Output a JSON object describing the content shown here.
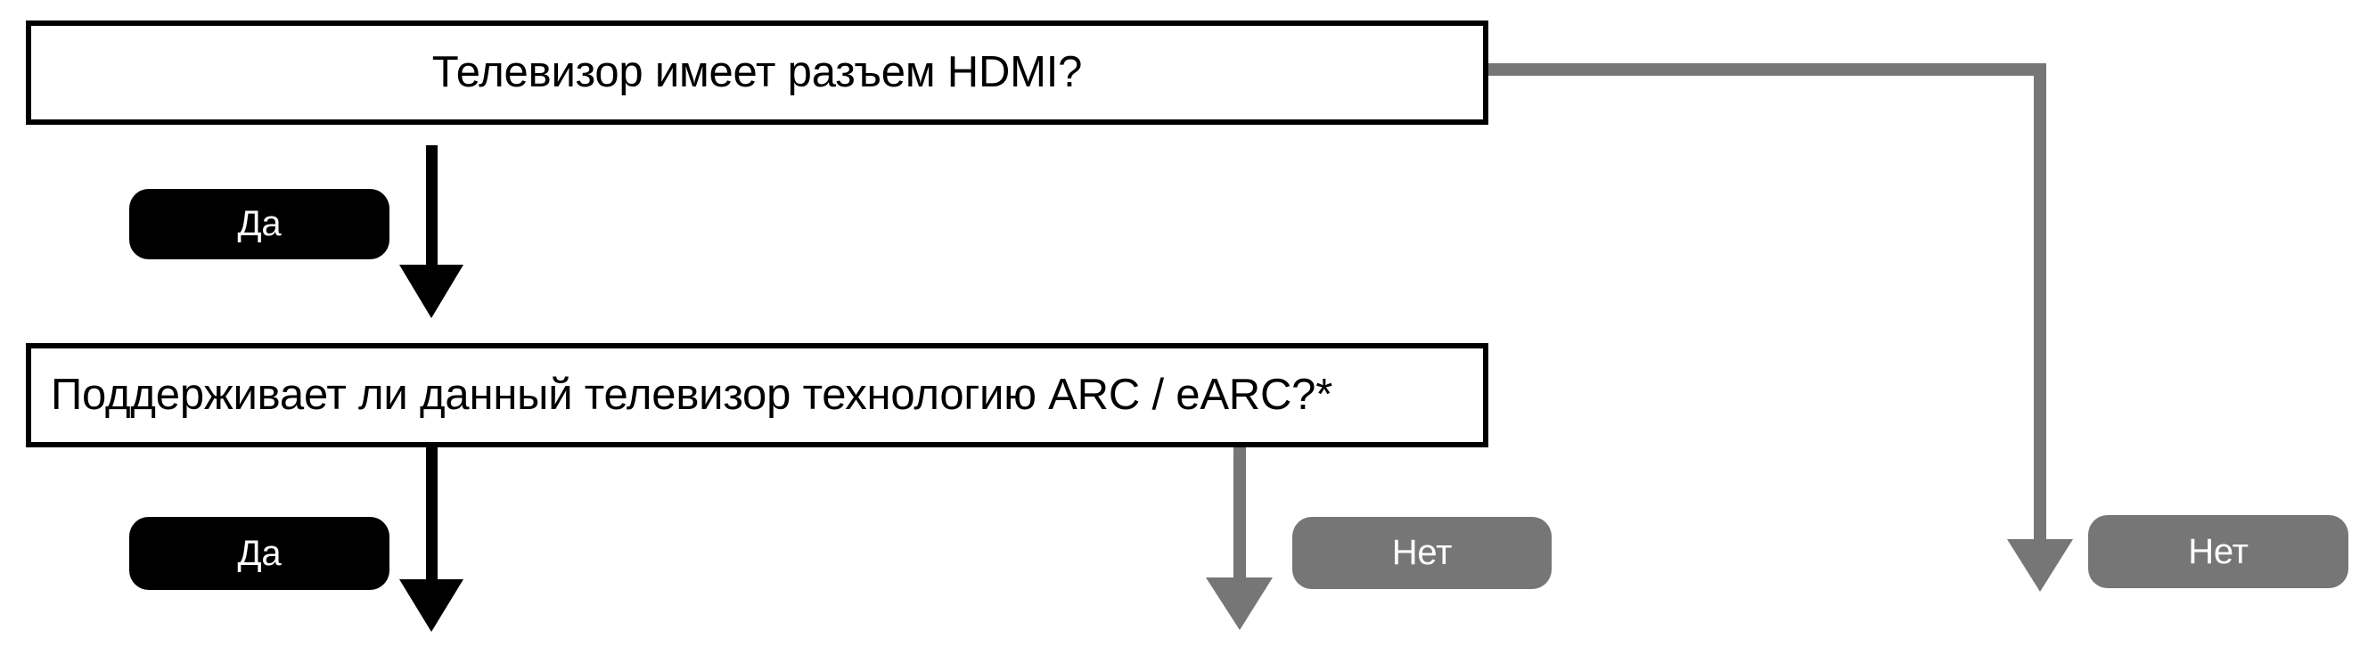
{
  "diagram": {
    "title_text_lang": "ru",
    "colors": {
      "black": "#000000",
      "gray": "#767676",
      "background": "#ffffff",
      "label_text": "#ffffff"
    },
    "nodes": [
      {
        "id": "hdmi",
        "label": "Телевизор имеет разъем HDMI?",
        "shape": "rectangle",
        "border_color": "#000000"
      },
      {
        "id": "arc",
        "label": "Поддерживает ли данный телевизор технологию ARC / eARC?*",
        "shape": "rectangle",
        "border_color": "#000000"
      }
    ],
    "edge_labels": [
      {
        "id": "yes-1",
        "label": "Да",
        "style": "black-pill",
        "from": "hdmi"
      },
      {
        "id": "no-1",
        "label": "Нет",
        "style": "gray-pill",
        "from": "arc"
      },
      {
        "id": "yes-2",
        "label": "Да",
        "style": "black-pill",
        "from": "arc"
      },
      {
        "id": "no-2",
        "label": "Нет",
        "style": "gray-pill",
        "from": "hdmi"
      }
    ],
    "connectors": [
      {
        "id": "hdmi-yes-down",
        "color": "#000000",
        "kind": "arrow-down"
      },
      {
        "id": "hdmi-no-right-down",
        "color": "#767676",
        "kind": "elbow-right-down-arrow"
      },
      {
        "id": "arc-yes-down",
        "color": "#000000",
        "kind": "arrow-down"
      },
      {
        "id": "arc-no-down",
        "color": "#767676",
        "kind": "arrow-down"
      }
    ]
  }
}
